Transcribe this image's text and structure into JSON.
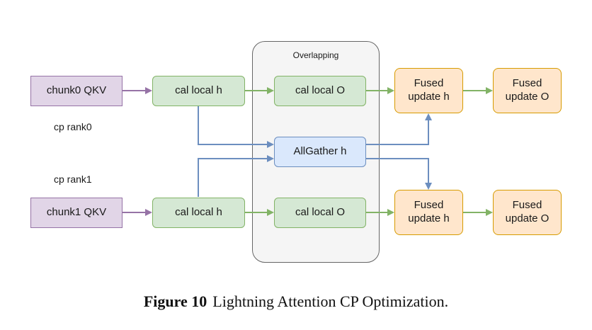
{
  "diagram": {
    "group_label": "Overlapping",
    "rank0_label": "cp rank0",
    "rank1_label": "cp rank1",
    "rank0": {
      "input": "chunk0 QKV",
      "local_h": "cal local h",
      "local_o": "cal local O",
      "fused_h": "Fused update h",
      "fused_o": "Fused update O"
    },
    "allgather": "AllGather h",
    "rank1": {
      "input": "chunk1 QKV",
      "local_h": "cal local h",
      "local_o": "cal local O",
      "fused_h": "Fused update h",
      "fused_o": "Fused update O"
    },
    "colors": {
      "purple_fill": "#e1d5e7",
      "purple_stroke": "#9673a6",
      "green_fill": "#d5e8d4",
      "green_stroke": "#82b366",
      "blue_fill": "#dae8fc",
      "blue_stroke": "#6c8ebf",
      "orange_fill": "#ffe6cc",
      "orange_stroke": "#d79b00"
    }
  },
  "caption": {
    "figure_label": "Figure 10",
    "text": "Lightning Attention CP Optimization."
  }
}
